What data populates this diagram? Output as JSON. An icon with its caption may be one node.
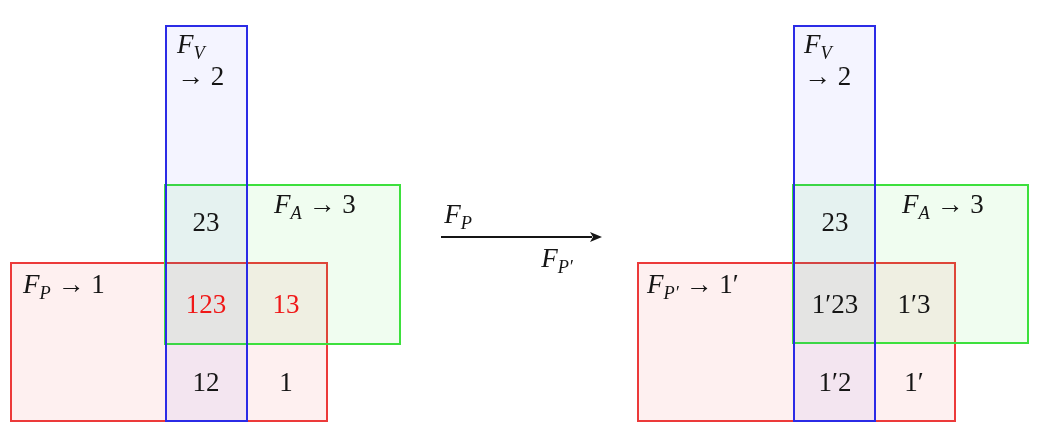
{
  "diagram": {
    "nodes": [
      {
        "text": [
          "*F*$_{V}$ → 2"
        ]
      },
      {
        "text": [
          "*F*$_{A}$ → 3"
        ]
      },
      {
        "text": [
          "*F*$_{P}$ → 1"
        ]
      },
      {
        "text": [
          "*F*$_{V}$ → 2"
        ]
      },
      {
        "text": [
          "*F*$_{A}$ → 3"
        ]
      },
      {
        "text": [
          "*F*$_{P′}$ → 1′"
        ]
      }
    ],
    "labels": [
      "23",
      "123",
      "13",
      "12",
      "1",
      "*F*$_{P}$",
      "*F*$_{P′}$",
      "23",
      "1′23",
      "1′3",
      "1′2",
      "1′"
    ]
  }
}
